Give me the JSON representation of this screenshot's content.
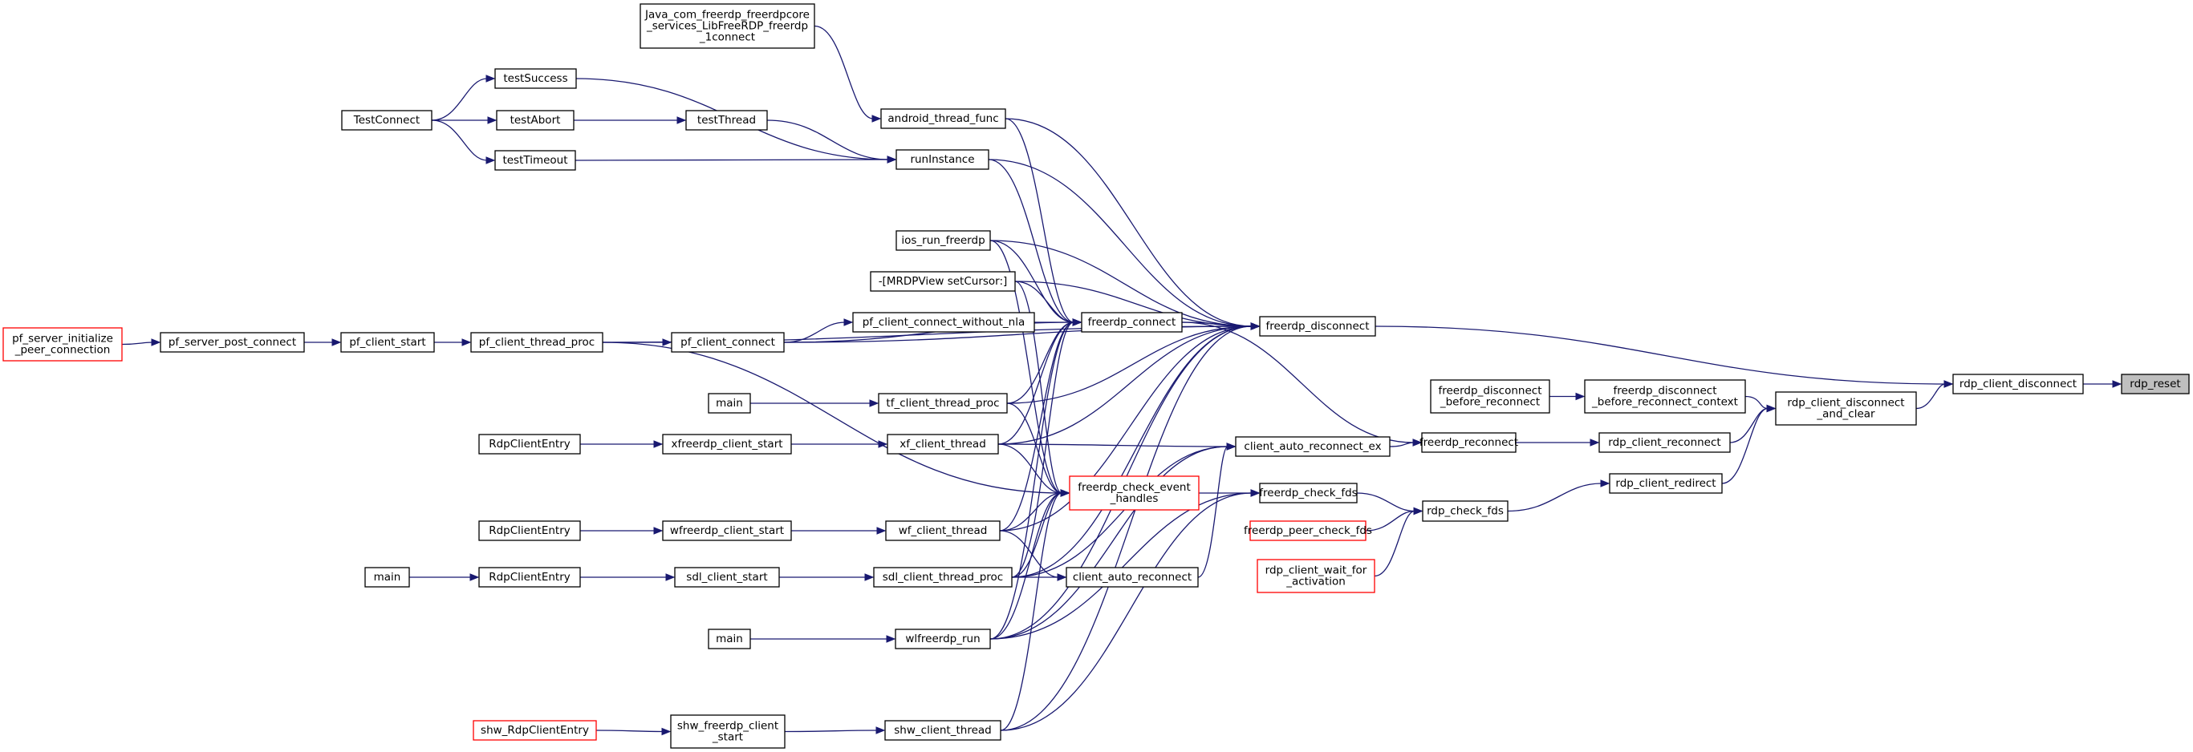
{
  "nodes": [
    {
      "id": "rdp_reset",
      "lines": [
        "rdp_reset"
      ],
      "root": true
    },
    {
      "id": "rdp_client_disconnect",
      "lines": [
        "rdp_client_disconnect"
      ]
    },
    {
      "id": "rdp_client_disconnect_and_clear",
      "lines": [
        "rdp_client_disconnect",
        "_and_clear"
      ]
    },
    {
      "id": "freerdp_disconnect_before_reconnect_context",
      "lines": [
        "freerdp_disconnect",
        "_before_reconnect_context"
      ]
    },
    {
      "id": "freerdp_disconnect_before_reconnect",
      "lines": [
        "freerdp_disconnect",
        "_before_reconnect"
      ]
    },
    {
      "id": "rdp_client_reconnect",
      "lines": [
        "rdp_client_reconnect"
      ]
    },
    {
      "id": "rdp_client_redirect",
      "lines": [
        "rdp_client_redirect"
      ]
    },
    {
      "id": "rdp_check_fds",
      "lines": [
        "rdp_check_fds"
      ]
    },
    {
      "id": "freerdp_reconnect",
      "lines": [
        "freerdp_reconnect"
      ]
    },
    {
      "id": "freerdp_check_fds",
      "lines": [
        "freerdp_check_fds"
      ]
    },
    {
      "id": "freerdp_peer_check_fds",
      "lines": [
        "freerdp_peer_check_fds"
      ],
      "red": true
    },
    {
      "id": "rdp_client_wait_for_activation",
      "lines": [
        "rdp_client_wait_for",
        "_activation"
      ],
      "red": true
    },
    {
      "id": "freerdp_disconnect",
      "lines": [
        "freerdp_disconnect"
      ]
    },
    {
      "id": "client_auto_reconnect_ex",
      "lines": [
        "client_auto_reconnect_ex"
      ]
    },
    {
      "id": "freerdp_connect",
      "lines": [
        "freerdp_connect"
      ]
    },
    {
      "id": "freerdp_check_event_handles",
      "lines": [
        "freerdp_check_event",
        "_handles"
      ],
      "red": true
    },
    {
      "id": "client_auto_reconnect",
      "lines": [
        "client_auto_reconnect"
      ]
    },
    {
      "id": "Java_connect",
      "lines": [
        "Java_com_freerdp_freerdpcore",
        "_services_LibFreeRDP_freerdp",
        "_1connect"
      ]
    },
    {
      "id": "android_thread_func",
      "lines": [
        "android_thread_func"
      ]
    },
    {
      "id": "runInstance",
      "lines": [
        "runInstance"
      ]
    },
    {
      "id": "ios_run_freerdp",
      "lines": [
        "ios_run_freerdp"
      ]
    },
    {
      "id": "MRDPView_setCursor",
      "lines": [
        "-[MRDPView setCursor:]"
      ]
    },
    {
      "id": "pf_client_connect_without_nla",
      "lines": [
        "pf_client_connect_without_nla"
      ]
    },
    {
      "id": "tf_client_thread_proc",
      "lines": [
        "tf_client_thread_proc"
      ]
    },
    {
      "id": "xf_client_thread",
      "lines": [
        "xf_client_thread"
      ]
    },
    {
      "id": "wf_client_thread",
      "lines": [
        "wf_client_thread"
      ]
    },
    {
      "id": "sdl_client_thread_proc",
      "lines": [
        "sdl_client_thread_proc"
      ]
    },
    {
      "id": "wlfreerdp_run",
      "lines": [
        "wlfreerdp_run"
      ]
    },
    {
      "id": "shw_client_thread",
      "lines": [
        "shw_client_thread"
      ]
    },
    {
      "id": "testSuccess",
      "lines": [
        "testSuccess"
      ]
    },
    {
      "id": "testAbort",
      "lines": [
        "testAbort"
      ]
    },
    {
      "id": "testThread",
      "lines": [
        "testThread"
      ]
    },
    {
      "id": "testTimeout",
      "lines": [
        "testTimeout"
      ]
    },
    {
      "id": "TestConnect",
      "lines": [
        "TestConnect"
      ]
    },
    {
      "id": "pf_client_connect",
      "lines": [
        "pf_client_connect"
      ]
    },
    {
      "id": "pf_client_thread_proc",
      "lines": [
        "pf_client_thread_proc"
      ]
    },
    {
      "id": "pf_client_start",
      "lines": [
        "pf_client_start"
      ]
    },
    {
      "id": "pf_server_post_connect",
      "lines": [
        "pf_server_post_connect"
      ]
    },
    {
      "id": "pf_server_initialize_peer_connection",
      "lines": [
        "pf_server_initialize",
        "_peer_connection"
      ],
      "red": true
    },
    {
      "id": "main_tf",
      "lines": [
        "main"
      ]
    },
    {
      "id": "xfreerdp_client_start",
      "lines": [
        "xfreerdp_client_start"
      ]
    },
    {
      "id": "RdpClientEntry_x",
      "lines": [
        "RdpClientEntry"
      ]
    },
    {
      "id": "wfreerdp_client_start",
      "lines": [
        "wfreerdp_client_start"
      ]
    },
    {
      "id": "RdpClientEntry_w",
      "lines": [
        "RdpClientEntry"
      ]
    },
    {
      "id": "sdl_client_start",
      "lines": [
        "sdl_client_start"
      ]
    },
    {
      "id": "RdpClientEntry_sdl",
      "lines": [
        "RdpClientEntry"
      ]
    },
    {
      "id": "main_sdl",
      "lines": [
        "main"
      ]
    },
    {
      "id": "main_wl",
      "lines": [
        "main"
      ]
    },
    {
      "id": "shw_freerdp_client_start",
      "lines": [
        "shw_freerdp_client",
        "_start"
      ]
    },
    {
      "id": "shw_RdpClientEntry",
      "lines": [
        "shw_RdpClientEntry"
      ],
      "red": true
    }
  ],
  "edges": [
    [
      "rdp_client_disconnect",
      "rdp_reset"
    ],
    [
      "freerdp_disconnect",
      "rdp_client_disconnect"
    ],
    [
      "rdp_client_disconnect_and_clear",
      "rdp_client_disconnect"
    ],
    [
      "freerdp_disconnect_before_reconnect_context",
      "rdp_client_disconnect_and_clear"
    ],
    [
      "rdp_client_reconnect",
      "rdp_client_disconnect_and_clear"
    ],
    [
      "rdp_client_redirect",
      "rdp_client_disconnect_and_clear"
    ],
    [
      "freerdp_disconnect_before_reconnect",
      "freerdp_disconnect_before_reconnect_context"
    ],
    [
      "freerdp_reconnect",
      "rdp_client_reconnect"
    ],
    [
      "rdp_check_fds",
      "rdp_client_redirect"
    ],
    [
      "freerdp_check_fds",
      "rdp_check_fds"
    ],
    [
      "freerdp_peer_check_fds",
      "rdp_check_fds"
    ],
    [
      "rdp_client_wait_for_activation",
      "rdp_check_fds"
    ],
    [
      "client_auto_reconnect_ex",
      "freerdp_reconnect"
    ],
    [
      "freerdp_connect",
      "freerdp_reconnect"
    ],
    [
      "freerdp_check_event_handles",
      "freerdp_check_fds"
    ],
    [
      "wlfreerdp_run",
      "freerdp_check_fds"
    ],
    [
      "shw_client_thread",
      "freerdp_check_fds"
    ],
    [
      "freerdp_connect",
      "freerdp_disconnect"
    ],
    [
      "android_thread_func",
      "freerdp_disconnect"
    ],
    [
      "runInstance",
      "freerdp_disconnect"
    ],
    [
      "ios_run_freerdp",
      "freerdp_disconnect"
    ],
    [
      "MRDPView_setCursor",
      "freerdp_disconnect"
    ],
    [
      "pf_client_thread_proc",
      "freerdp_disconnect"
    ],
    [
      "pf_client_connect",
      "freerdp_disconnect"
    ],
    [
      "tf_client_thread_proc",
      "freerdp_disconnect"
    ],
    [
      "xf_client_thread",
      "freerdp_disconnect"
    ],
    [
      "wf_client_thread",
      "freerdp_disconnect"
    ],
    [
      "sdl_client_thread_proc",
      "freerdp_disconnect"
    ],
    [
      "wlfreerdp_run",
      "freerdp_disconnect"
    ],
    [
      "shw_client_thread",
      "freerdp_disconnect"
    ],
    [
      "client_auto_reconnect",
      "client_auto_reconnect_ex"
    ],
    [
      "xf_client_thread",
      "client_auto_reconnect_ex"
    ],
    [
      "sdl_client_thread_proc",
      "client_auto_reconnect_ex"
    ],
    [
      "wlfreerdp_run",
      "client_auto_reconnect_ex"
    ],
    [
      "wf_client_thread",
      "client_auto_reconnect"
    ],
    [
      "sdl_client_thread_proc",
      "client_auto_reconnect"
    ],
    [
      "android_thread_func",
      "freerdp_connect"
    ],
    [
      "runInstance",
      "freerdp_connect"
    ],
    [
      "ios_run_freerdp",
      "freerdp_connect"
    ],
    [
      "MRDPView_setCursor",
      "freerdp_connect"
    ],
    [
      "pf_client_connect_without_nla",
      "freerdp_connect"
    ],
    [
      "pf_client_connect",
      "freerdp_connect"
    ],
    [
      "tf_client_thread_proc",
      "freerdp_connect"
    ],
    [
      "xf_client_thread",
      "freerdp_connect"
    ],
    [
      "wf_client_thread",
      "freerdp_connect"
    ],
    [
      "sdl_client_thread_proc",
      "freerdp_connect"
    ],
    [
      "wlfreerdp_run",
      "freerdp_connect"
    ],
    [
      "ios_run_freerdp",
      "freerdp_check_event_handles"
    ],
    [
      "MRDPView_setCursor",
      "freerdp_check_event_handles"
    ],
    [
      "pf_client_thread_proc",
      "freerdp_check_event_handles"
    ],
    [
      "tf_client_thread_proc",
      "freerdp_check_event_handles"
    ],
    [
      "xf_client_thread",
      "freerdp_check_event_handles"
    ],
    [
      "wf_client_thread",
      "freerdp_check_event_handles"
    ],
    [
      "sdl_client_thread_proc",
      "freerdp_check_event_handles"
    ],
    [
      "wlfreerdp_run",
      "freerdp_check_event_handles"
    ],
    [
      "shw_client_thread",
      "freerdp_check_event_handles"
    ],
    [
      "Java_connect",
      "android_thread_func"
    ],
    [
      "testSuccess",
      "runInstance"
    ],
    [
      "testThread",
      "runInstance"
    ],
    [
      "testTimeout",
      "runInstance"
    ],
    [
      "testAbort",
      "testThread"
    ],
    [
      "TestConnect",
      "testSuccess"
    ],
    [
      "TestConnect",
      "testAbort"
    ],
    [
      "TestConnect",
      "testTimeout"
    ],
    [
      "pf_client_connect",
      "pf_client_connect_without_nla"
    ],
    [
      "pf_client_thread_proc",
      "pf_client_connect"
    ],
    [
      "pf_client_start",
      "pf_client_thread_proc"
    ],
    [
      "pf_server_post_connect",
      "pf_client_start"
    ],
    [
      "pf_server_initialize_peer_connection",
      "pf_server_post_connect"
    ],
    [
      "main_tf",
      "tf_client_thread_proc"
    ],
    [
      "xfreerdp_client_start",
      "xf_client_thread"
    ],
    [
      "RdpClientEntry_x",
      "xfreerdp_client_start"
    ],
    [
      "wfreerdp_client_start",
      "wf_client_thread"
    ],
    [
      "RdpClientEntry_w",
      "wfreerdp_client_start"
    ],
    [
      "sdl_client_start",
      "sdl_client_thread_proc"
    ],
    [
      "RdpClientEntry_sdl",
      "sdl_client_start"
    ],
    [
      "main_sdl",
      "RdpClientEntry_sdl"
    ],
    [
      "main_wl",
      "wlfreerdp_run"
    ],
    [
      "shw_freerdp_client_start",
      "shw_client_thread"
    ],
    [
      "shw_RdpClientEntry",
      "shw_freerdp_client_start"
    ]
  ]
}
